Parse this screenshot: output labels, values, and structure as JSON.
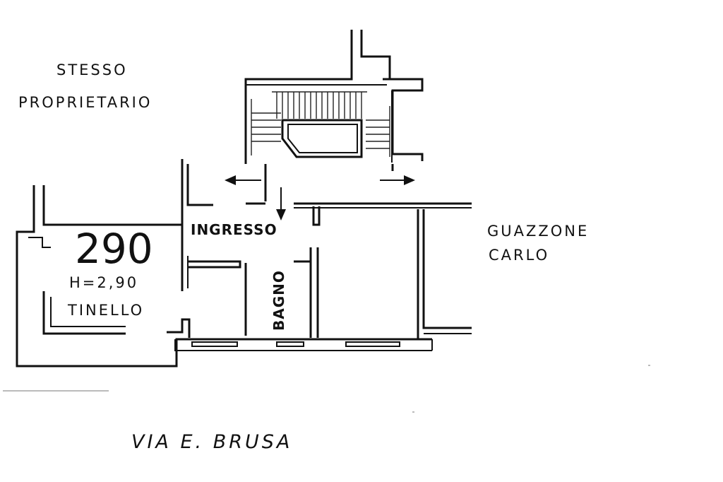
{
  "labels": {
    "owner_line1": "STESSO",
    "owner_line2": "PROPRIETARIO",
    "neighbor_line1": "GUAZZONE",
    "neighbor_line2": "CARLO",
    "ingresso": "INGRESSO",
    "unit_number": "290",
    "height": "H=2,90",
    "tinello": "TINELLO",
    "bagno": "BAGNO",
    "street": "VIA E. BRUSA"
  }
}
